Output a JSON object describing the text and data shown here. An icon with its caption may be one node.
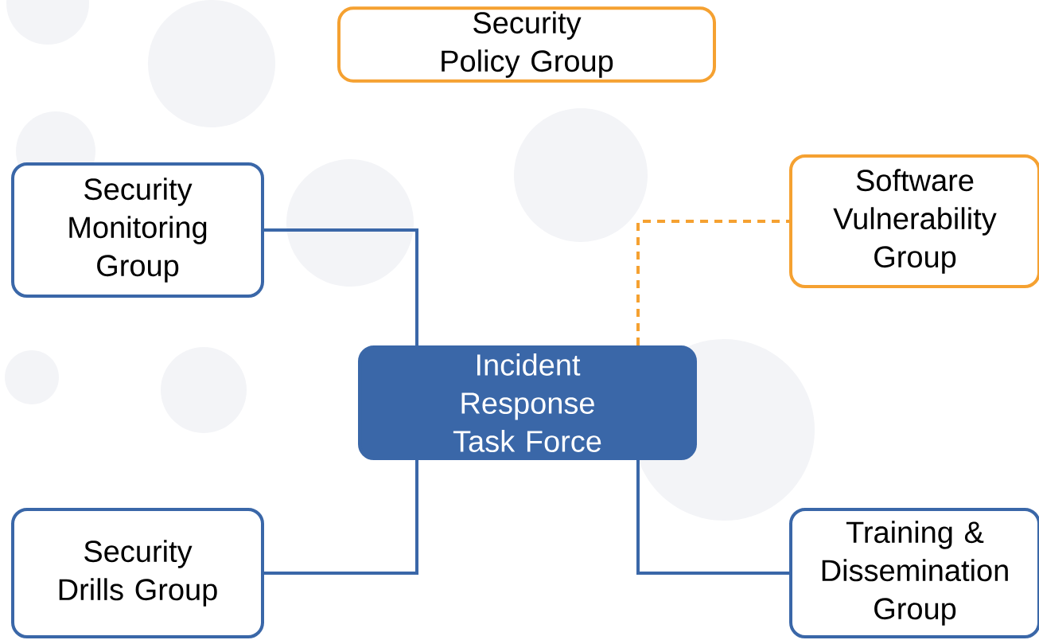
{
  "diagram": {
    "nodes": [
      {
        "text": [
          "Security Policy Group"
        ]
      },
      {
        "text": [
          "Security Monitoring Group"
        ]
      },
      {
        "text": [
          "Software Vulnerability Group"
        ]
      },
      {
        "text": [
          "Incident Response Task Force"
        ]
      },
      {
        "text": [
          "Security Drills Group"
        ]
      },
      {
        "text": [
          "Training & Dissemination Group"
        ]
      }
    ],
    "edges": [
      {
        "from": 1,
        "to": 3,
        "arrow": "none"
      },
      {
        "from": 4,
        "to": 3,
        "arrow": "none"
      },
      {
        "from": 3,
        "to": 5,
        "arrow": "none"
      },
      {
        "from": 3,
        "to": 2,
        "arrow": "none",
        "style": "dashed",
        "color": "#f5a131"
      }
    ]
  }
}
